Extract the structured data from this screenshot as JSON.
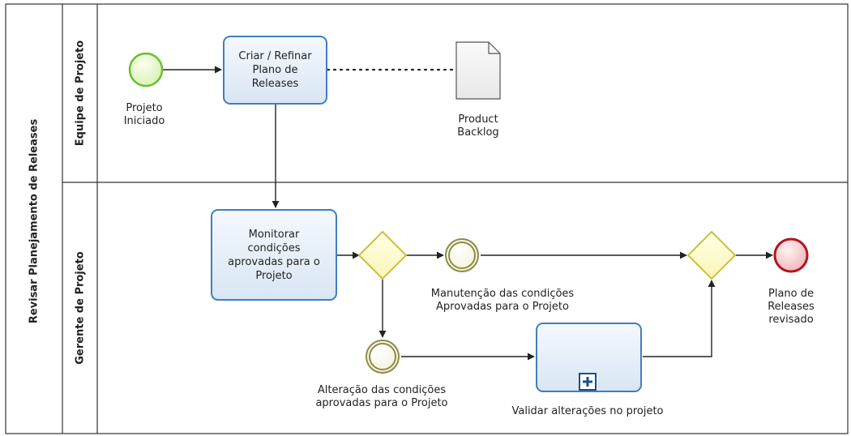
{
  "pool": {
    "label": "Revisar Planejamento de Releases"
  },
  "lanes": [
    {
      "label": "Equipe de Projeto"
    },
    {
      "label": "Gerente de Projeto"
    }
  ],
  "tasks": {
    "criar": "Criar / Refinar\nPlano de\nReleases",
    "monitorar": "Monitorar\ncondições\naprovadas para o\nProjeto",
    "validar": "Validar alterações no projeto"
  },
  "events": {
    "start": "Projeto\nIniciado",
    "manutencao": "Manutenção das condições\nAprovadas para o Projeto",
    "alteracao": "Alteração das condições\naprovadas para o Projeto",
    "end": "Plano de\nReleases\nrevisado"
  },
  "data_object": {
    "label": "Product\nBacklog"
  },
  "colors": {
    "start_event": "#6abf2a",
    "end_event": "#b3151f",
    "intermediate_event": "#8c8c46",
    "gateway": "#c7c23a",
    "task_border": "#3f7fbf"
  }
}
